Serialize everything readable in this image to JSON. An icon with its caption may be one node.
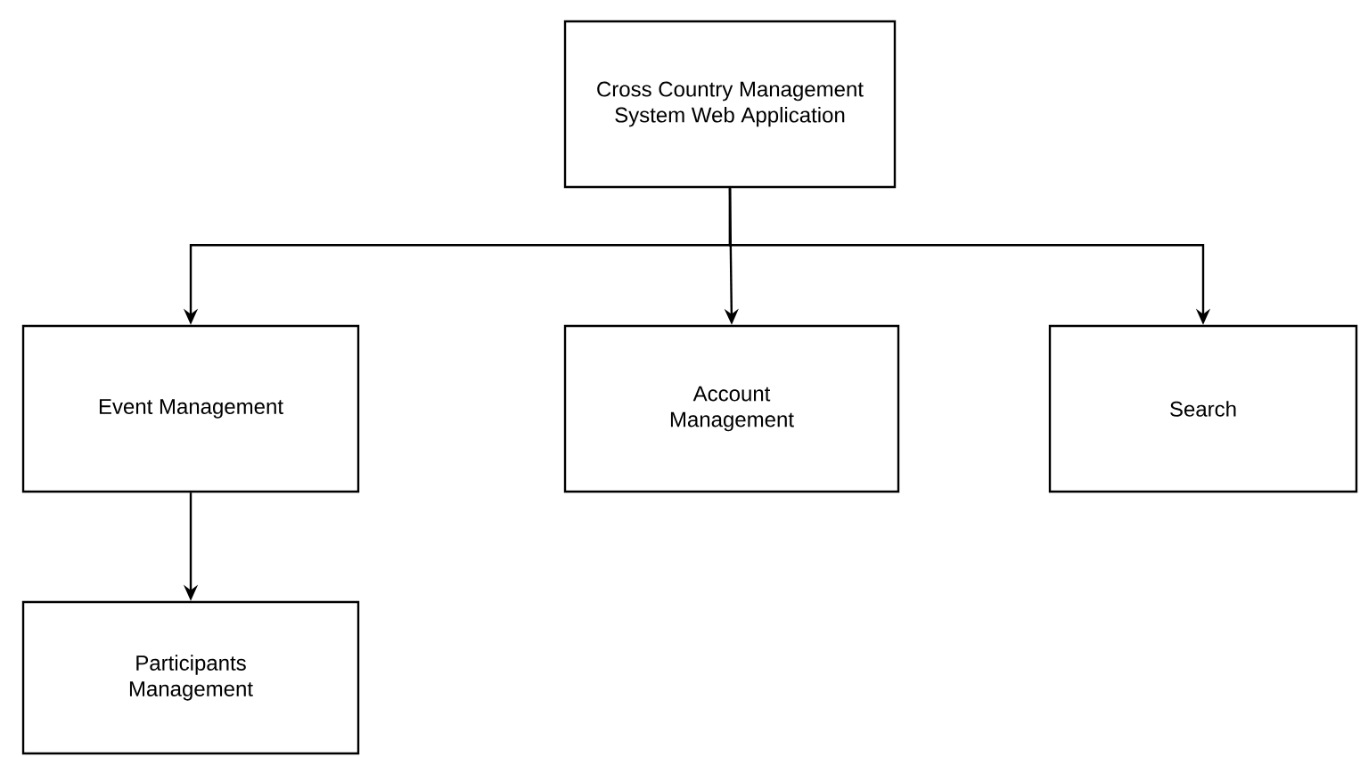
{
  "diagram": {
    "nodes": [
      {
        "text": [
          "Cross Country Management System Web Application"
        ]
      },
      {
        "text": [
          "Event Management"
        ]
      },
      {
        "text": [
          "Account Management"
        ]
      },
      {
        "text": [
          "Search"
        ]
      },
      {
        "text": [
          "Participants Management"
        ]
      }
    ],
    "edges": [
      {
        "from": 0,
        "to": 1,
        "arrow": "to"
      },
      {
        "from": 0,
        "to": 2,
        "arrow": "to"
      },
      {
        "from": 0,
        "to": 3,
        "arrow": "to"
      },
      {
        "from": 1,
        "to": 4,
        "arrow": "to"
      }
    ]
  }
}
